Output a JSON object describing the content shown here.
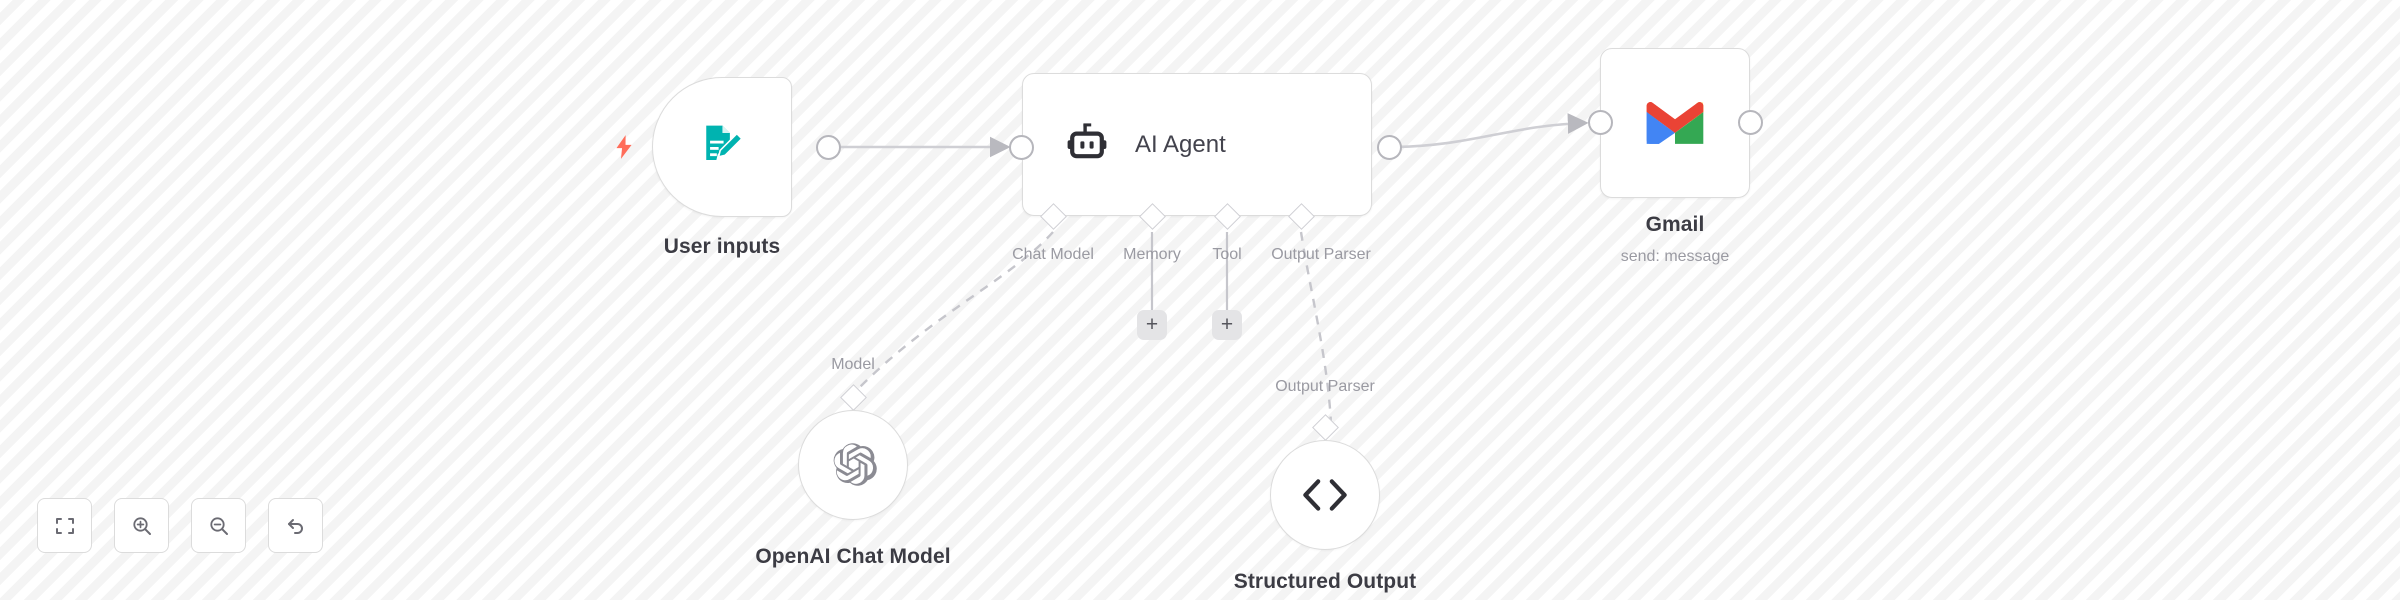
{
  "app": {
    "surface": "workflow-canvas"
  },
  "nodes": {
    "user_inputs": {
      "title": "User inputs",
      "icon": "form-edit-icon",
      "trigger_icon": "lightning-bolt-icon"
    },
    "ai_agent": {
      "title": "AI Agent",
      "icon": "robot-icon",
      "ports": [
        {
          "label": "Chat Model",
          "icon": "diamond-port-icon"
        },
        {
          "label": "Memory",
          "icon": "diamond-port-icon"
        },
        {
          "label": "Tool",
          "icon": "diamond-port-icon"
        },
        {
          "label": "Output Parser",
          "icon": "diamond-port-icon"
        }
      ],
      "add_buttons": [
        {
          "label": "+",
          "for": "Memory"
        },
        {
          "label": "+",
          "for": "Tool"
        }
      ]
    },
    "gmail": {
      "title": "Gmail",
      "subtitle": "send: message",
      "icon": "gmail-icon"
    },
    "openai_chat_model": {
      "title": "OpenAI Chat Model",
      "port_label": "Model",
      "icon": "openai-icon"
    },
    "structured_output": {
      "title": "Structured Output",
      "port_label": "Output Parser",
      "icon": "code-brackets-icon"
    }
  },
  "toolbar": {
    "buttons": [
      {
        "name": "zoom-to-fit",
        "icon": "fit-screen-icon"
      },
      {
        "name": "zoom-in",
        "icon": "magnifier-plus-icon"
      },
      {
        "name": "zoom-out",
        "icon": "magnifier-minus-icon"
      },
      {
        "name": "reset-zoom",
        "icon": "undo-arrow-icon"
      }
    ]
  },
  "colors": {
    "canvas_bg": "#fafafa",
    "node_border": "#dcdcdc",
    "label_text": "#3c3c44",
    "muted_text": "#9a9aa2",
    "edge": "#b9b9bf",
    "trigger_accent": "#ff6d5a",
    "form_icon": "#00b3b0",
    "gmail_red": "#ea4335",
    "gmail_blue": "#4285f4",
    "gmail_green": "#34a853",
    "gmail_yellow": "#fbbc04"
  }
}
